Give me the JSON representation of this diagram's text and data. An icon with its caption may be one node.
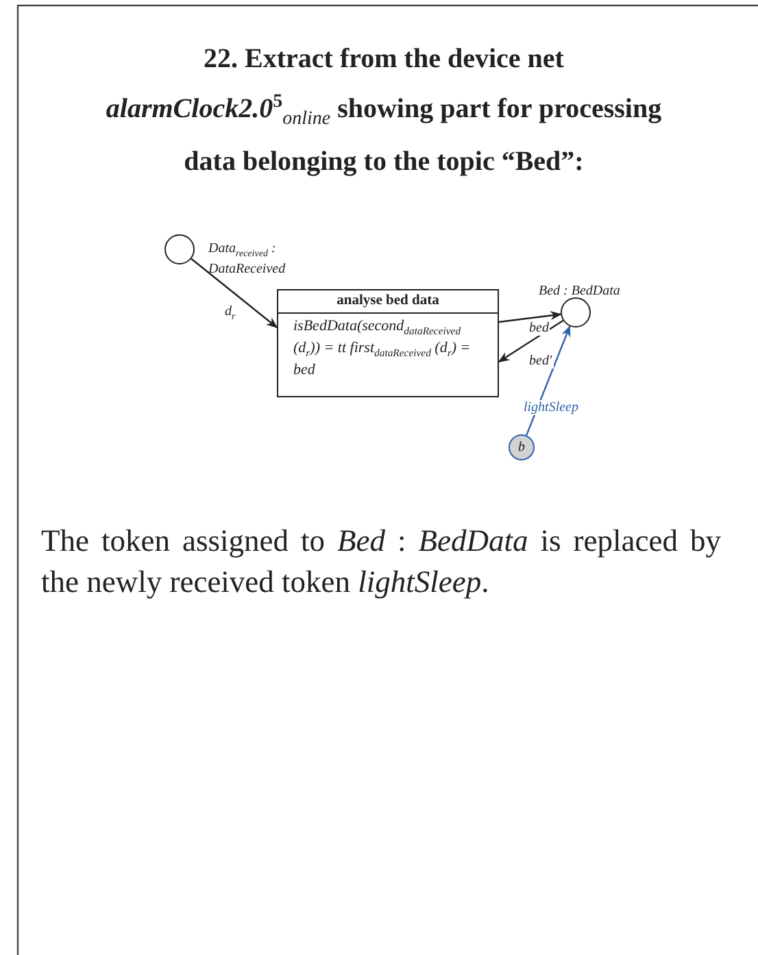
{
  "diagram": {
    "title": "22. Extract from the device net *alarmClock2.0*$^{5}$$_{online}$ showing part for processing data belonging to the topic “Bed”:",
    "nodes": [
      {
        "text": [],
        "shape": "circle",
        "beside": [
          "Data$_{received}$ : DataReceived"
        ]
      },
      {
        "text": [
          "analyse bed data",
          "isBedData(second$_{dataReceived}$ (d$_{r}$)) = tt first$_{dataReceived}$ (d$_{r}$) = bed"
        ]
      },
      {
        "text": [],
        "shape": "circle",
        "beside": [
          "Bed : BedData"
        ]
      },
      {
        "text": [
          "b"
        ]
      }
    ],
    "edges": [
      {
        "from": 0,
        "to": 1,
        "arrow": "to",
        "label": "d$_{r}$"
      },
      {
        "from": 1,
        "to": 2,
        "arrow": "to",
        "label": "bed"
      },
      {
        "from": 2,
        "to": 1,
        "arrow": "to",
        "label": "bed′"
      },
      {
        "from": 3,
        "to": 2,
        "arrow": "to",
        "label": "lightSleep",
        "color": "#2e63a8"
      }
    ],
    "caption": "The token assigned to *Bed* : *BedData* is replaced by the newly received token *lightSleep*."
  }
}
